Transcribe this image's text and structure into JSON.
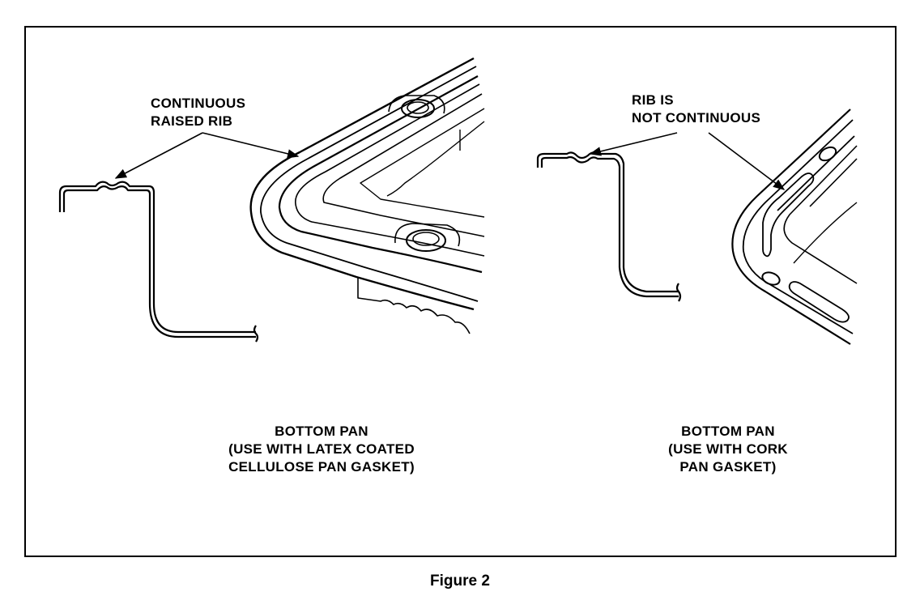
{
  "left_panel": {
    "callout": [
      "CONTINUOUS",
      "RAISED RIB"
    ],
    "caption": [
      "BOTTOM PAN",
      "(USE WITH LATEX COATED",
      "CELLULOSE PAN GASKET)"
    ]
  },
  "right_panel": {
    "callout": [
      "RIB IS",
      "NOT CONTINUOUS"
    ],
    "caption": [
      "BOTTOM PAN",
      "(USE WITH CORK",
      "PAN GASKET)"
    ]
  },
  "figure_caption": "Figure 2"
}
